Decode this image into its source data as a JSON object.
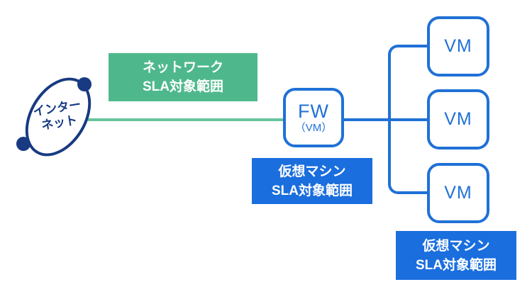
{
  "colors": {
    "navy": "#173a82",
    "blue": "#2071d6",
    "banner_blue": "#1a6ede",
    "banner_green": "#4eb88c",
    "line_green": "#67c39c",
    "canvas_bg": "#ffffff"
  },
  "internet": {
    "line1": "インター",
    "line2": "ネット"
  },
  "banners": {
    "network": {
      "line1": "ネットワーク",
      "line2": "SLA対象範囲"
    },
    "vm_center": {
      "line1": "仮想マシン",
      "line2": "SLA対象範囲"
    },
    "vm_bottom": {
      "line1": "仮想マシン",
      "line2": "SLA対象範囲"
    }
  },
  "fw": {
    "title": "FW",
    "subtitle": "（VM）"
  },
  "vms": [
    {
      "label": "VM"
    },
    {
      "label": "VM"
    },
    {
      "label": "VM"
    }
  ]
}
